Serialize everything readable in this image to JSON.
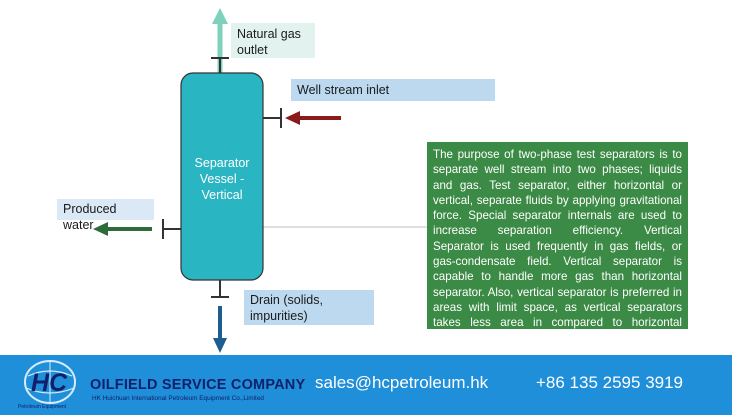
{
  "diagram": {
    "vessel_label": "Separator Vessel - Vertical",
    "gas_outlet": "Natural gas outlet",
    "well_inlet": "Well stream inlet",
    "produced_water": "Produced water",
    "drain": "Drain (solids, impurities)",
    "description": "The purpose of two-phase test separators is to separate well stream into two phases; liquids and gas. Test separator, either horizontal or vertical, separate fluids by applying gravitational force. Special separator internals are used to increase separation efficiency. Vertical Separator is used frequently in gas fields, or gas-condensate field. Vertical separator is capable to handle more gas than horizontal separator. Also, vertical separator is preferred in areas with limit space, as vertical separators takes less area in compared to horizontal separators"
  },
  "footer": {
    "logo_text": "HC",
    "logo_subtext": "Petroleum Equipment",
    "company_name": "OILFIELD SERVICE COMPANY",
    "company_subtitle": "HK Huichuan International Petroleum Equipment Co.,Limited",
    "email": "sales@hcpetroleum.hk",
    "phone": "+86 135 2595 3919"
  },
  "colors": {
    "vessel": "#2ab5c2",
    "gas_arrow": "#7fd1bd",
    "inlet_arrow": "#8b1a1a",
    "water_arrow": "#2e6b3a",
    "drain_arrow": "#1d5d8f",
    "description_bg": "#3b8a45",
    "footer_bg": "#1f8fd9"
  }
}
